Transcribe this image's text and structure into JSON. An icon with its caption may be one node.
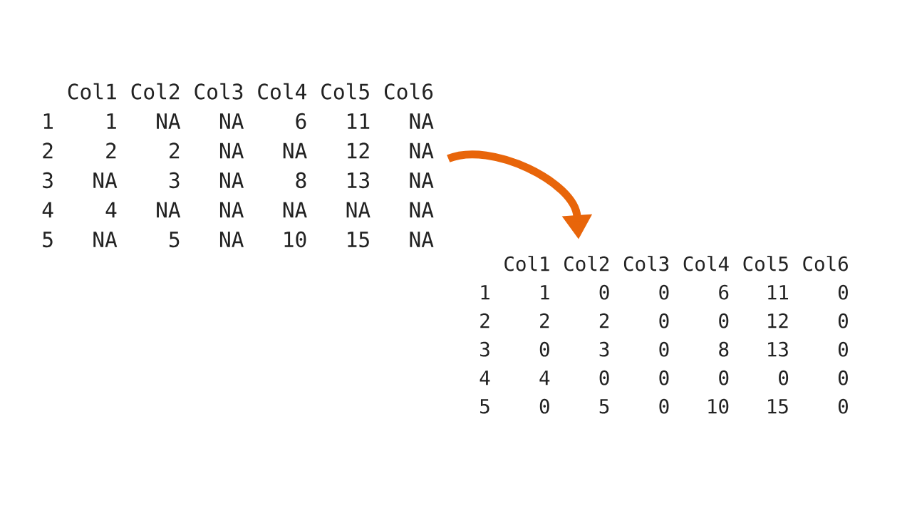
{
  "diagram": {
    "nodes": [
      {
        "text": [
          "Col1",
          "Col2",
          "Col3",
          "Col4",
          "Col5",
          "Col6",
          "1",
          "1",
          "NA",
          "NA",
          "6",
          "11",
          "NA",
          "2",
          "2",
          "2",
          "NA",
          "NA",
          "12",
          "NA",
          "3",
          "NA",
          "3",
          "NA",
          "8",
          "13",
          "NA",
          "4",
          "4",
          "NA",
          "NA",
          "NA",
          "NA",
          "NA",
          "5",
          "NA",
          "5",
          "NA",
          "10",
          "15",
          "NA"
        ]
      },
      {
        "text": [
          "Col1",
          "Col2",
          "Col3",
          "Col4",
          "Col5",
          "Col6",
          "1",
          "1",
          "0",
          "0",
          "6",
          "11",
          "0",
          "2",
          "2",
          "2",
          "0",
          "0",
          "12",
          "0",
          "3",
          "0",
          "3",
          "0",
          "8",
          "13",
          "0",
          "4",
          "4",
          "0",
          "0",
          "0",
          "0",
          "0",
          "5",
          "0",
          "5",
          "0",
          "10",
          "15",
          "0"
        ]
      }
    ],
    "edges": [
      {
        "from": 0,
        "to": 1,
        "arrow": "to",
        "color": "#e8650a"
      }
    ]
  }
}
